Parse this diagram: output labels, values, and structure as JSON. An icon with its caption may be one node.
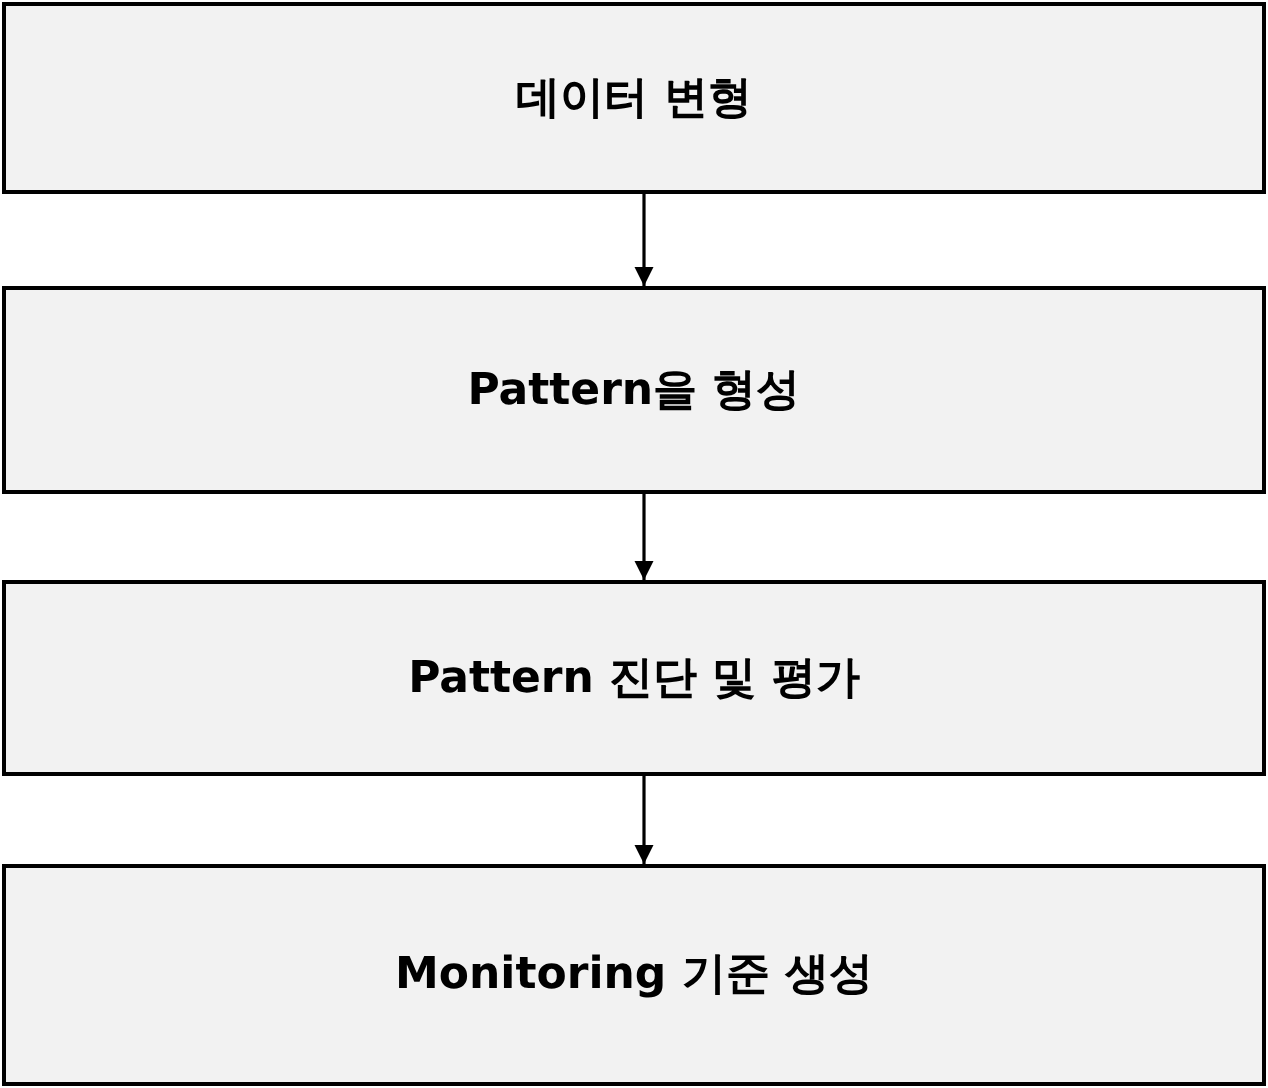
{
  "diagram": {
    "nodes": [
      {
        "text": [
          "데이터 변형"
        ]
      },
      {
        "text": [
          "Pattern을 형성"
        ]
      },
      {
        "text": [
          "Pattern 진단 및 평가"
        ]
      },
      {
        "text": [
          "Monitoring 기준 생성"
        ]
      }
    ],
    "edges": [
      {
        "from": 0,
        "to": 1,
        "arrow": "to"
      },
      {
        "from": 1,
        "to": 2,
        "arrow": "to"
      },
      {
        "from": 2,
        "to": 3,
        "arrow": "to"
      }
    ]
  }
}
